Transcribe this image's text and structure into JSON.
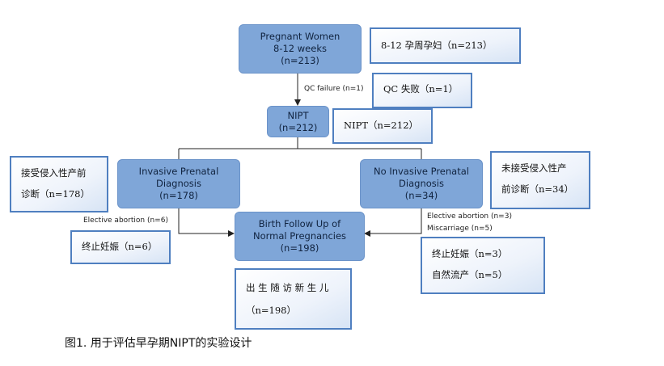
{
  "boxes": {
    "pregnant": [
      "Pregnant Women",
      "8-12 weeks",
      "(n=213)"
    ],
    "nipt": [
      "NIPT",
      "(n=212)"
    ],
    "invasive": [
      "Invasive Prenatal",
      "Diagnosis",
      "(n=178)"
    ],
    "noninvasive": [
      "No Invasive Prenatal",
      "Diagnosis",
      "(n=34)"
    ],
    "birth": [
      "Birth Follow Up of",
      "Normal Pregnancies",
      "(n=198)"
    ]
  },
  "labels": {
    "qc_failure": "QC failure (n=1)",
    "elective_left": "Elective abortion (n=6)",
    "elective_right": "Elective abortion (n=3)",
    "miscarriage": "Miscarriage (n=5)"
  },
  "notes": {
    "pregnant": "8-12 孕周孕妇（n=213）",
    "qc": "QC 失败（n=1）",
    "nipt": "NIPT（n=212）",
    "invasive": [
      "接受侵入性产前",
      "诊断（n=178）"
    ],
    "noninvasive": [
      "未接受侵入性产",
      "前诊断（n=34）"
    ],
    "termination6": "终止妊娠（n=6）",
    "termination_right": [
      "终止妊娠（n=3）",
      "自然流产（n=5）"
    ],
    "newborn": [
      "出 生 随 访 新 生 儿",
      "（n=198）"
    ]
  },
  "caption": "图1. 用于评估早孕期NIPT的实验设计"
}
